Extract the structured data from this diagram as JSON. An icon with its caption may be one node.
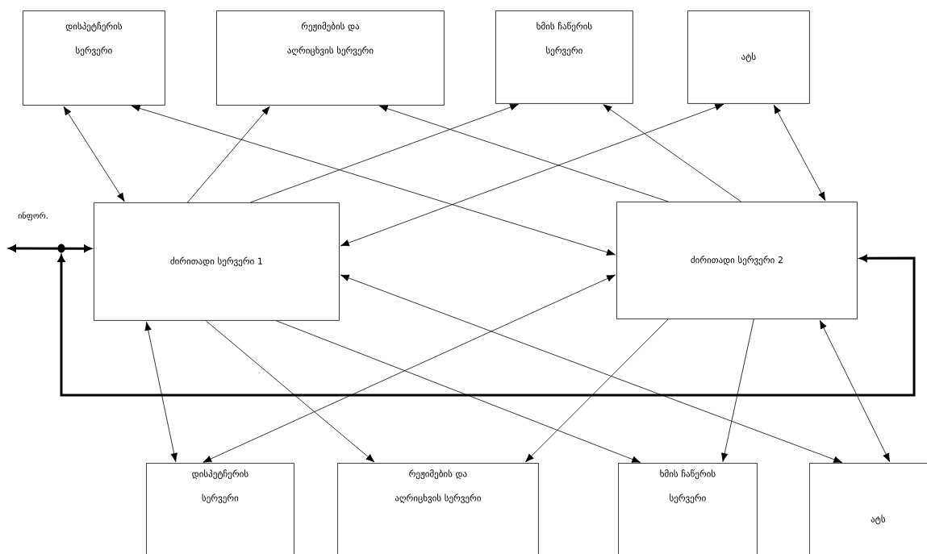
{
  "diagram": {
    "nodes": [
      {
        "text": [
          "დისპეტჩერის სერვერი"
        ]
      },
      {
        "text": [
          "რეჟიმების და აღრიცხვის სერვერი"
        ]
      },
      {
        "text": [
          "ხმის ჩაწერის სერვერი"
        ]
      },
      {
        "text": [
          "ატს"
        ]
      },
      {
        "text": [
          "ძირითადი სერვერი 1"
        ]
      },
      {
        "text": [
          "ძირითადი სერვერი 2"
        ]
      },
      {
        "text": [
          "დისპეტჩერის სერვერი"
        ]
      },
      {
        "text": [
          "რეჟიმების და აღრიცხვის სერვერი"
        ]
      },
      {
        "text": [
          "ხმის ჩაწერის სერვერი"
        ]
      },
      {
        "text": [
          "ატს"
        ]
      }
    ],
    "edges": [
      {
        "from": 0,
        "to": 4,
        "arrow": "both"
      },
      {
        "from": 0,
        "to": 5,
        "arrow": "both"
      },
      {
        "from": 4,
        "to": 1,
        "arrow": "to"
      },
      {
        "from": 5,
        "to": 1,
        "arrow": "to"
      },
      {
        "from": 4,
        "to": 2,
        "arrow": "to"
      },
      {
        "from": 5,
        "to": 2,
        "arrow": "to"
      },
      {
        "from": 3,
        "to": 4,
        "arrow": "both"
      },
      {
        "from": 3,
        "to": 5,
        "arrow": "both"
      },
      {
        "from": 4,
        "to": 6,
        "arrow": "both"
      },
      {
        "from": 4,
        "to": 7,
        "arrow": "to"
      },
      {
        "from": 4,
        "to": 8,
        "arrow": "to"
      },
      {
        "from": 4,
        "to": 9,
        "arrow": "both"
      },
      {
        "from": 5,
        "to": 6,
        "arrow": "both"
      },
      {
        "from": 5,
        "to": 7,
        "arrow": "to"
      },
      {
        "from": 5,
        "to": 8,
        "arrow": "to"
      },
      {
        "from": 5,
        "to": 9,
        "arrow": "both"
      },
      {
        "from": 4,
        "to": null,
        "arrow": "both",
        "style": "thick"
      },
      {
        "from": null,
        "to": 5,
        "arrow": "both",
        "style": "thick"
      }
    ],
    "labels": [
      "ინფორ."
    ]
  }
}
